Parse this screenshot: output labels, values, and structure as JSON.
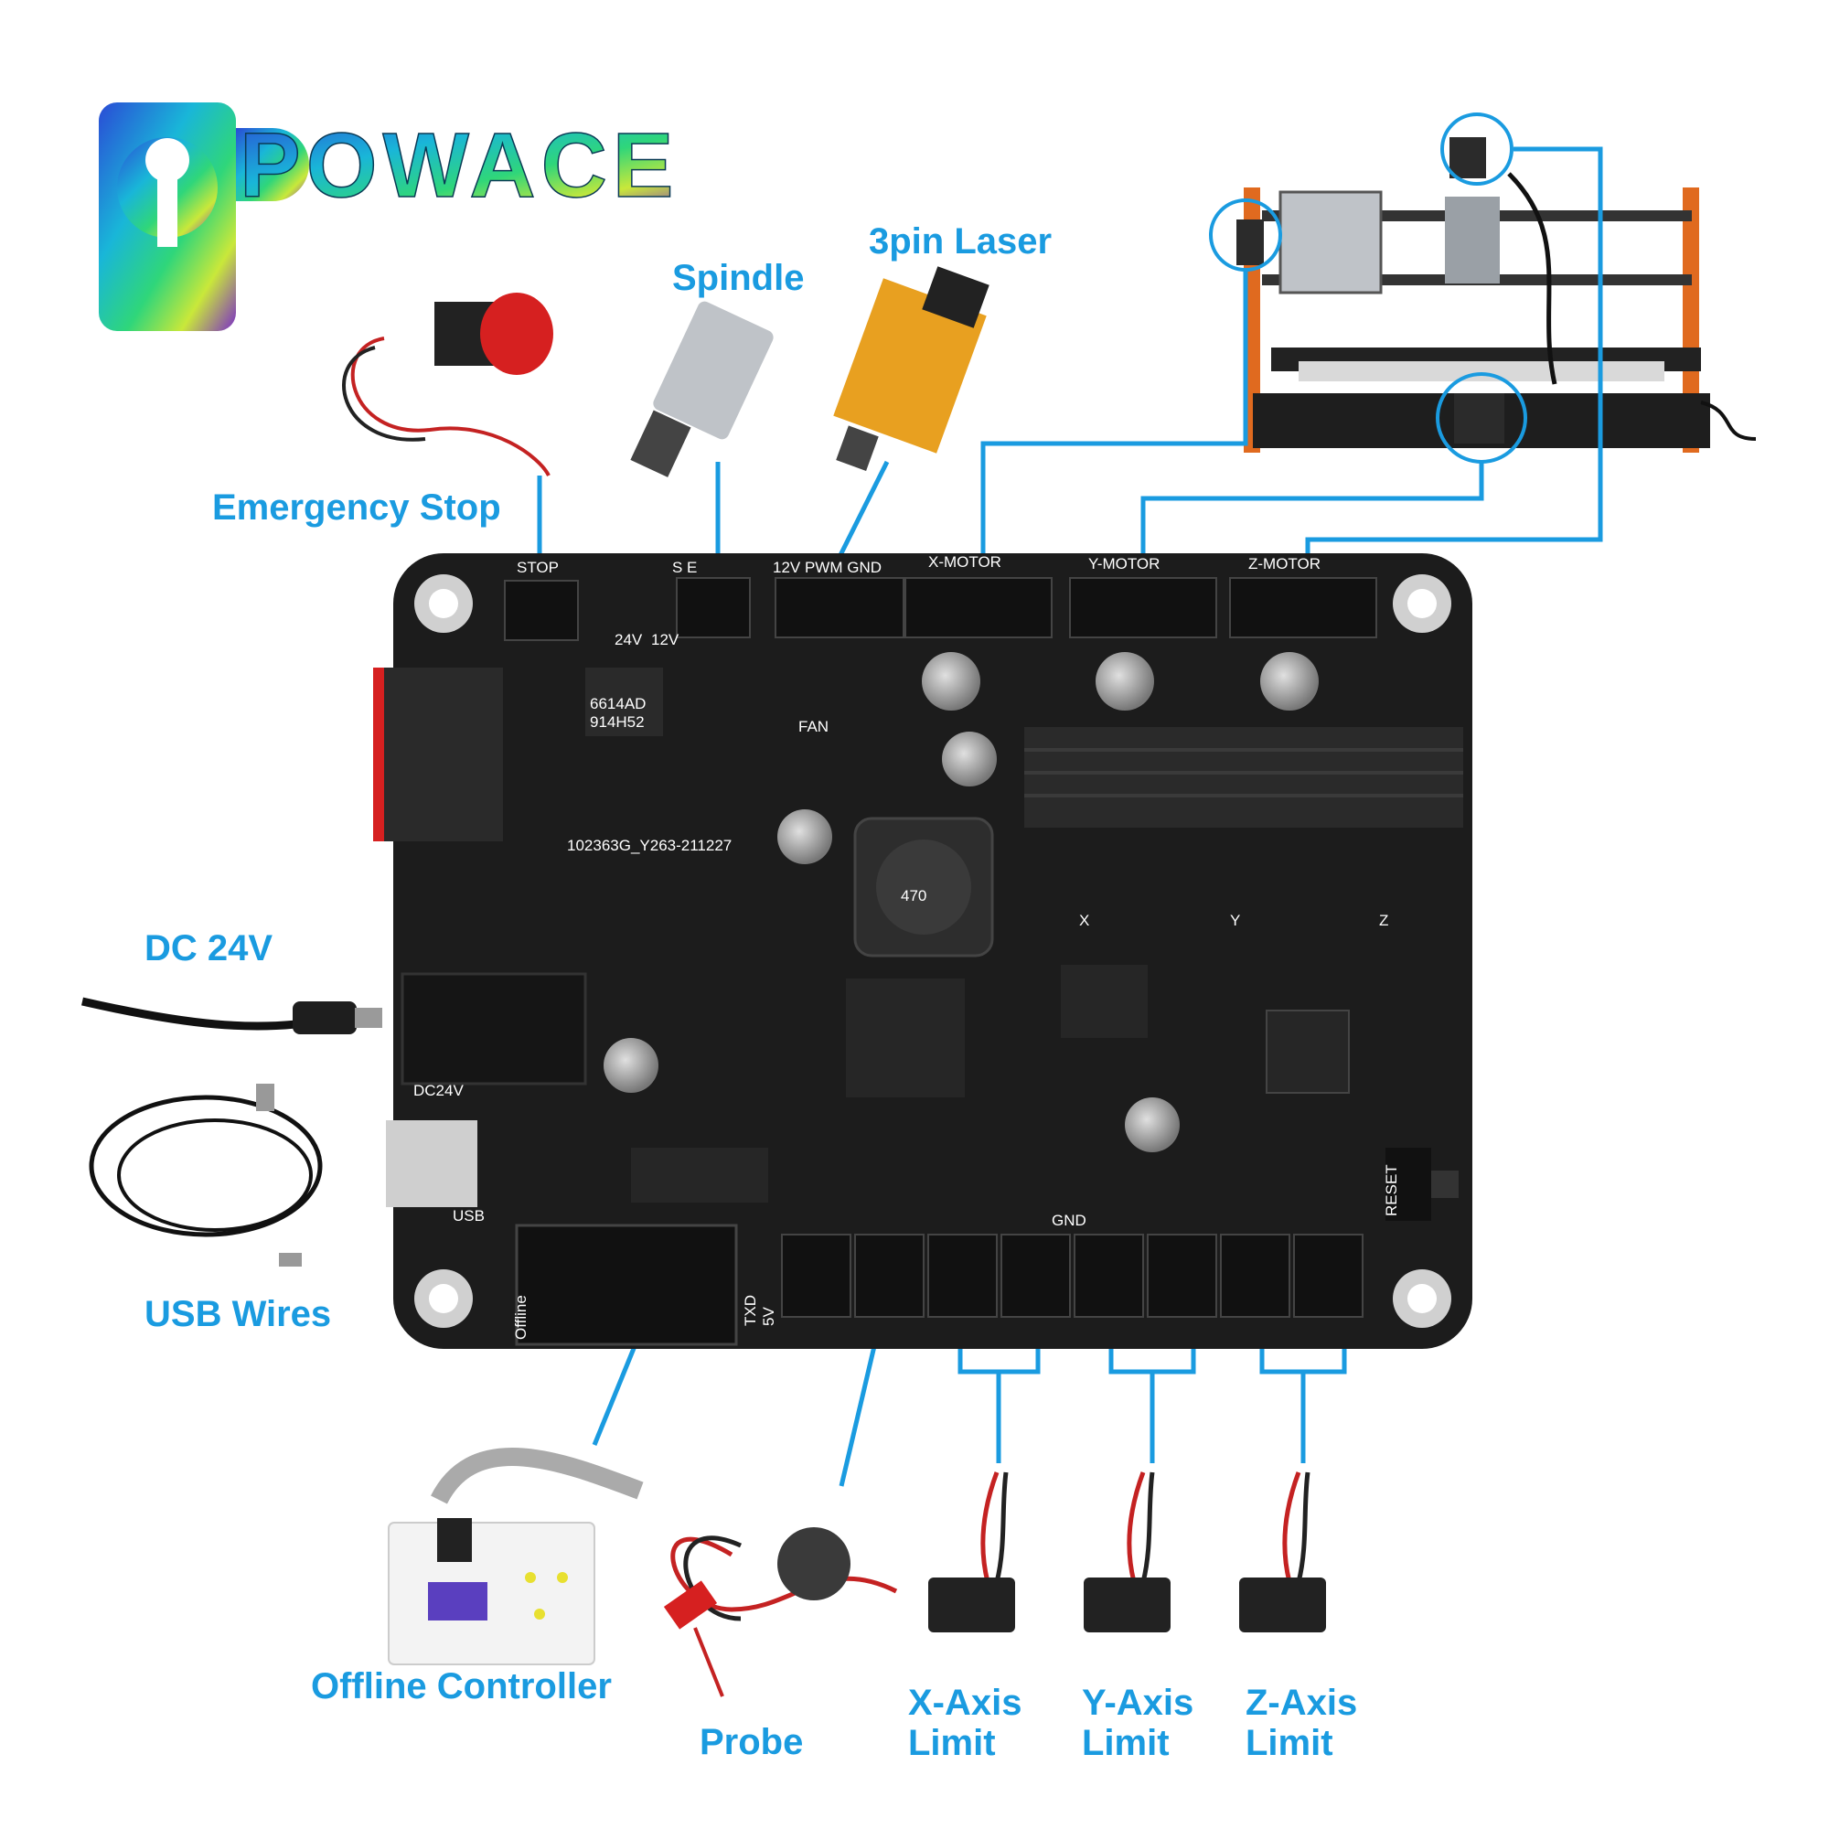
{
  "brand": {
    "logo_text": "POWACE"
  },
  "peripherals": {
    "spindle": "Spindle",
    "laser": "3pin Laser",
    "emergency_stop": "Emergency Stop",
    "dc_power": "DC 24V",
    "usb": "USB Wires",
    "offline_controller": "Offline Controller",
    "probe": "Probe",
    "x_limit_line1": "X-Axis",
    "x_limit_line2": "Limit",
    "y_limit_line1": "Y-Axis",
    "y_limit_line2": "Limit",
    "z_limit_line1": "Z-Axis",
    "z_limit_line2": "Limit"
  },
  "board": {
    "silk_stop": "STOP",
    "silk_spindle": "S     E",
    "silk_laser": "12V PWM GND",
    "silk_x_motor": "X-MOTOR",
    "silk_y_motor": "Y-MOTOR",
    "silk_z_motor": "Z-MOTOR",
    "silk_fan": "FAN",
    "silk_24v": "24V",
    "silk_12v": "12V",
    "silk_dc": "DC24V",
    "silk_usb": "USB",
    "silk_reset": "RESET",
    "silk_gnd": "GND",
    "silk_txd": "TXD",
    "silk_5v": "5V",
    "silk_offline": "Offline",
    "silk_x": "X",
    "silk_y": "Y",
    "silk_z": "Z",
    "silk_pcb_id": "102363G_Y263-211227",
    "silk_inductor": "470",
    "silk_mosfet": "6614AD",
    "silk_mosfet2": "914H52"
  },
  "colors": {
    "accent": "#1a9be0",
    "pcb": "#1c1c1c",
    "heatsink": "#2a2a2a",
    "machine_frame": "#e06a1f"
  }
}
